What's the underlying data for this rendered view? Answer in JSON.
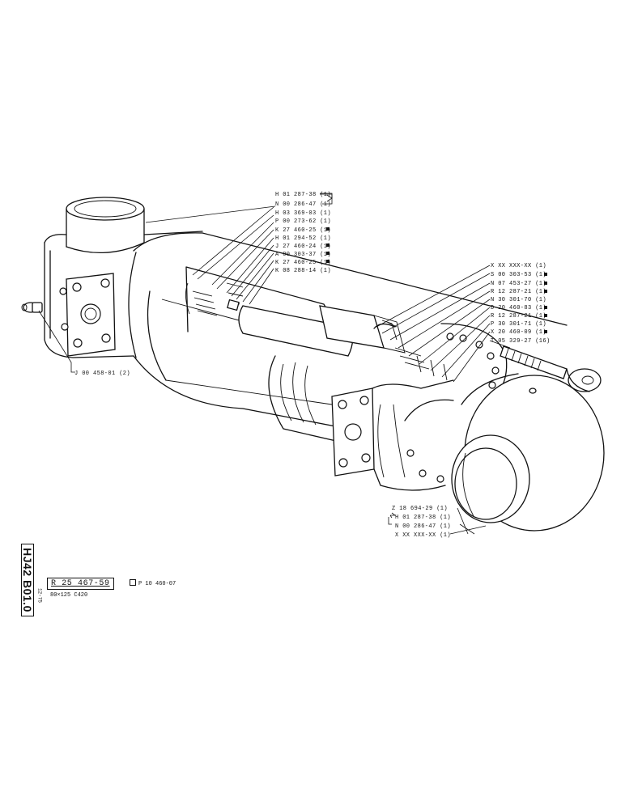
{
  "callouts_top": [
    "H 01 287-38 (1)",
    "N 00 286-47 (1)",
    "H 03 369-03 (1)",
    "P 00 273-62 (1)",
    "K 27 460-25 (1)",
    "H 01 294-52 (1)",
    "J 27 460-24 (1)",
    "A 00 303-37 (1)",
    "K 27 460-25 (1)",
    "K 08 288-14 (1)"
  ],
  "callouts_right": [
    "X XX XXX-XX (1)",
    "S 00 303-53 (1)",
    "N 07 453-27 (1)",
    "R 12 287-21 (1)",
    "N 30 301-70 (1)",
    "D 20 460-83 (1)",
    "R 12 287-21 (1)",
    "P 30 301-71 (1)",
    "X 20 460-09 (1)",
    "T 05 329-27 (16)"
  ],
  "callouts_bottom": [
    "Z 18 694-29 (1)",
    "H 01 287-38 (1)",
    "N 00 286-47 (1)",
    "X XX XXX-XX (1)"
  ],
  "callout_left": "J 00 458-01 (2)",
  "sheet_code": "HJ42 B01.0",
  "sheet_date": "12-75",
  "part_number": "R 25 467-59",
  "part_ref": "P 10 460-07",
  "spec": "80×125 C420"
}
